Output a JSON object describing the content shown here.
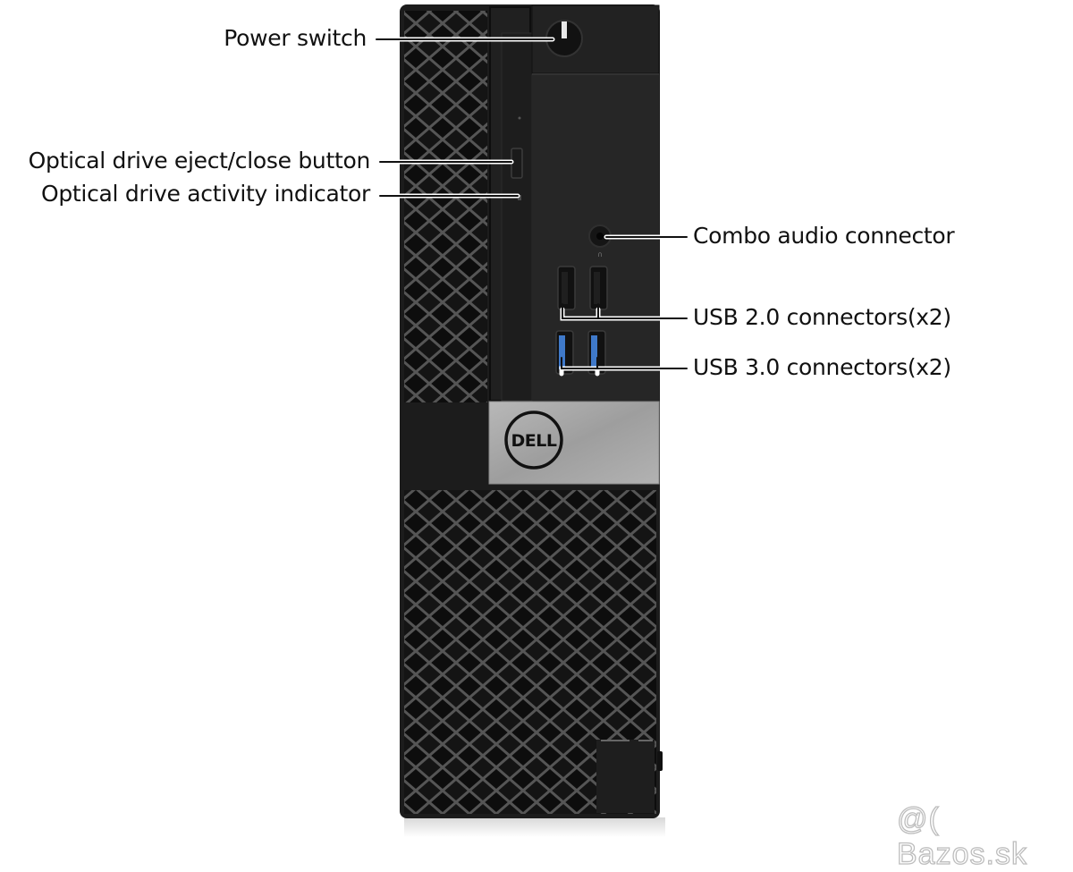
{
  "diagram": {
    "subject": "Dell small form factor desktop – front panel",
    "brand_logo": "DELL",
    "watermark": "@( Bazos.sk",
    "colors": {
      "chassis": "#1b1b1b",
      "mesh_lines": "#4a4a4a",
      "badge_silver": "#a9a9a9",
      "usb3_blue": "#3f79c9",
      "leader_line": "#111111",
      "text": "#111111"
    },
    "callouts": [
      {
        "id": "power-switch",
        "label": "Power switch",
        "side": "left"
      },
      {
        "id": "optical-eject",
        "label": "Optical drive eject/close button",
        "side": "left"
      },
      {
        "id": "optical-activity",
        "label": "Optical drive activity indicator",
        "side": "left"
      },
      {
        "id": "combo-audio",
        "label": "Combo audio connector",
        "side": "right"
      },
      {
        "id": "usb2",
        "label": "USB 2.0 connectors(x2)",
        "side": "right"
      },
      {
        "id": "usb3",
        "label": "USB 3.0 connectors(x2)",
        "side": "right"
      }
    ]
  }
}
